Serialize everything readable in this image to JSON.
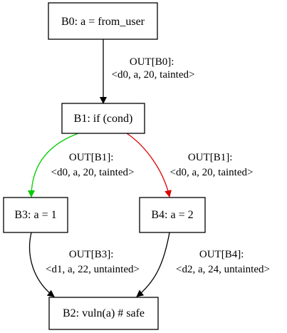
{
  "colors": {
    "default_edge": "#000000",
    "true_branch": "#00cc00",
    "false_branch": "#dd0000"
  },
  "nodes": {
    "b0": "B0: a = from_user",
    "b1": "B1: if (cond)",
    "b3": "B3: a = 1",
    "b4": "B4: a = 2",
    "b2": "B2: vuln(a) # safe"
  },
  "edges": {
    "b0_b1": {
      "line1": "OUT[B0]:",
      "line2": "<d0, a, 20, tainted>"
    },
    "b1_b3": {
      "line1": "OUT[B1]:",
      "line2": "<d0, a, 20, tainted>"
    },
    "b1_b4": {
      "line1": "OUT[B1]:",
      "line2": "<d0, a, 20, tainted>"
    },
    "b3_b2": {
      "line1": "OUT[B3]:",
      "line2": "<d1, a, 22, untainted>"
    },
    "b4_b2": {
      "line1": "OUT[B4]:",
      "line2": "<d2, a, 24, untainted>"
    }
  }
}
